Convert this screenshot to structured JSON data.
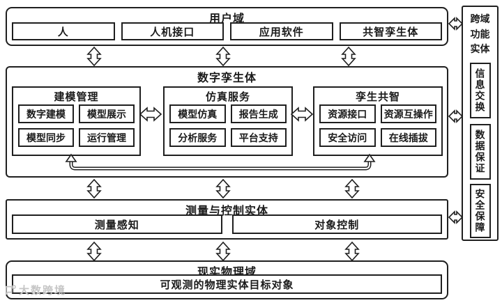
{
  "diagram": {
    "user_domain": {
      "title": "用户域",
      "items": [
        "人",
        "人机接口",
        "应用软件",
        "共智孪生体"
      ]
    },
    "digital_twin": {
      "title": "数字孪生体",
      "groups": [
        {
          "title": "建模管理",
          "items": [
            "数字建模",
            "模型展示",
            "模型同步",
            "运行管理"
          ]
        },
        {
          "title": "仿真服务",
          "items": [
            "模型仿真",
            "报告生成",
            "分析服务",
            "平台支持"
          ]
        },
        {
          "title": "孪生共智",
          "items": [
            "资源接口",
            "资源互操作",
            "安全访问",
            "在线插拔"
          ]
        }
      ]
    },
    "measure_control": {
      "title": "测量与控制实体",
      "items": [
        "测量感知",
        "对象控制"
      ]
    },
    "physical_domain": {
      "title": "现实物理域",
      "target": "可观测的物理实体目标对象"
    },
    "cross_domain": {
      "title": "跨域功能实体",
      "items": [
        "信息交换",
        "数据保证",
        "安全保障"
      ]
    },
    "watermark": "大数跨境",
    "colors": {
      "line": "#1f1f1f",
      "background": "#ffffff",
      "watermark": "#c6c6c6"
    }
  }
}
